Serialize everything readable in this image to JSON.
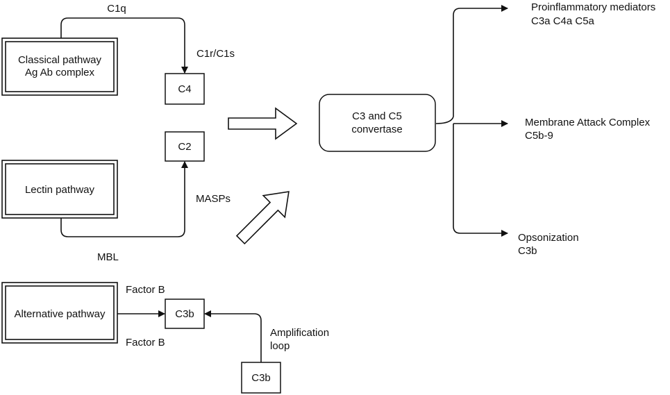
{
  "pathways": {
    "classical": [
      "Classical pathway",
      "Ag Ab complex"
    ],
    "lectin": "Lectin pathway",
    "alternative": "Alternative pathway"
  },
  "components": {
    "c4": "C4",
    "c2": "C2",
    "c3b_main": "C3b",
    "c3b_loop": "C3b",
    "convertase": [
      "C3 and C5",
      "convertase"
    ]
  },
  "edge_labels": {
    "c1q": "C1q",
    "c1r_c1s": "C1r/C1s",
    "masps": "MASPs",
    "mbl": "MBL",
    "factor_b_top": "Factor B",
    "factor_b_bottom": "Factor B",
    "amplification": [
      "Amplification",
      "loop"
    ]
  },
  "outcomes": {
    "proinflammatory": [
      "Proinflammatory mediators",
      "C3a C4a C5a"
    ],
    "mac": [
      "Membrane Attack Complex",
      "C5b-9"
    ],
    "opsonization": [
      "Opsonization",
      "C3b"
    ]
  },
  "colors": {
    "stroke": "#111111",
    "background": "#ffffff"
  }
}
